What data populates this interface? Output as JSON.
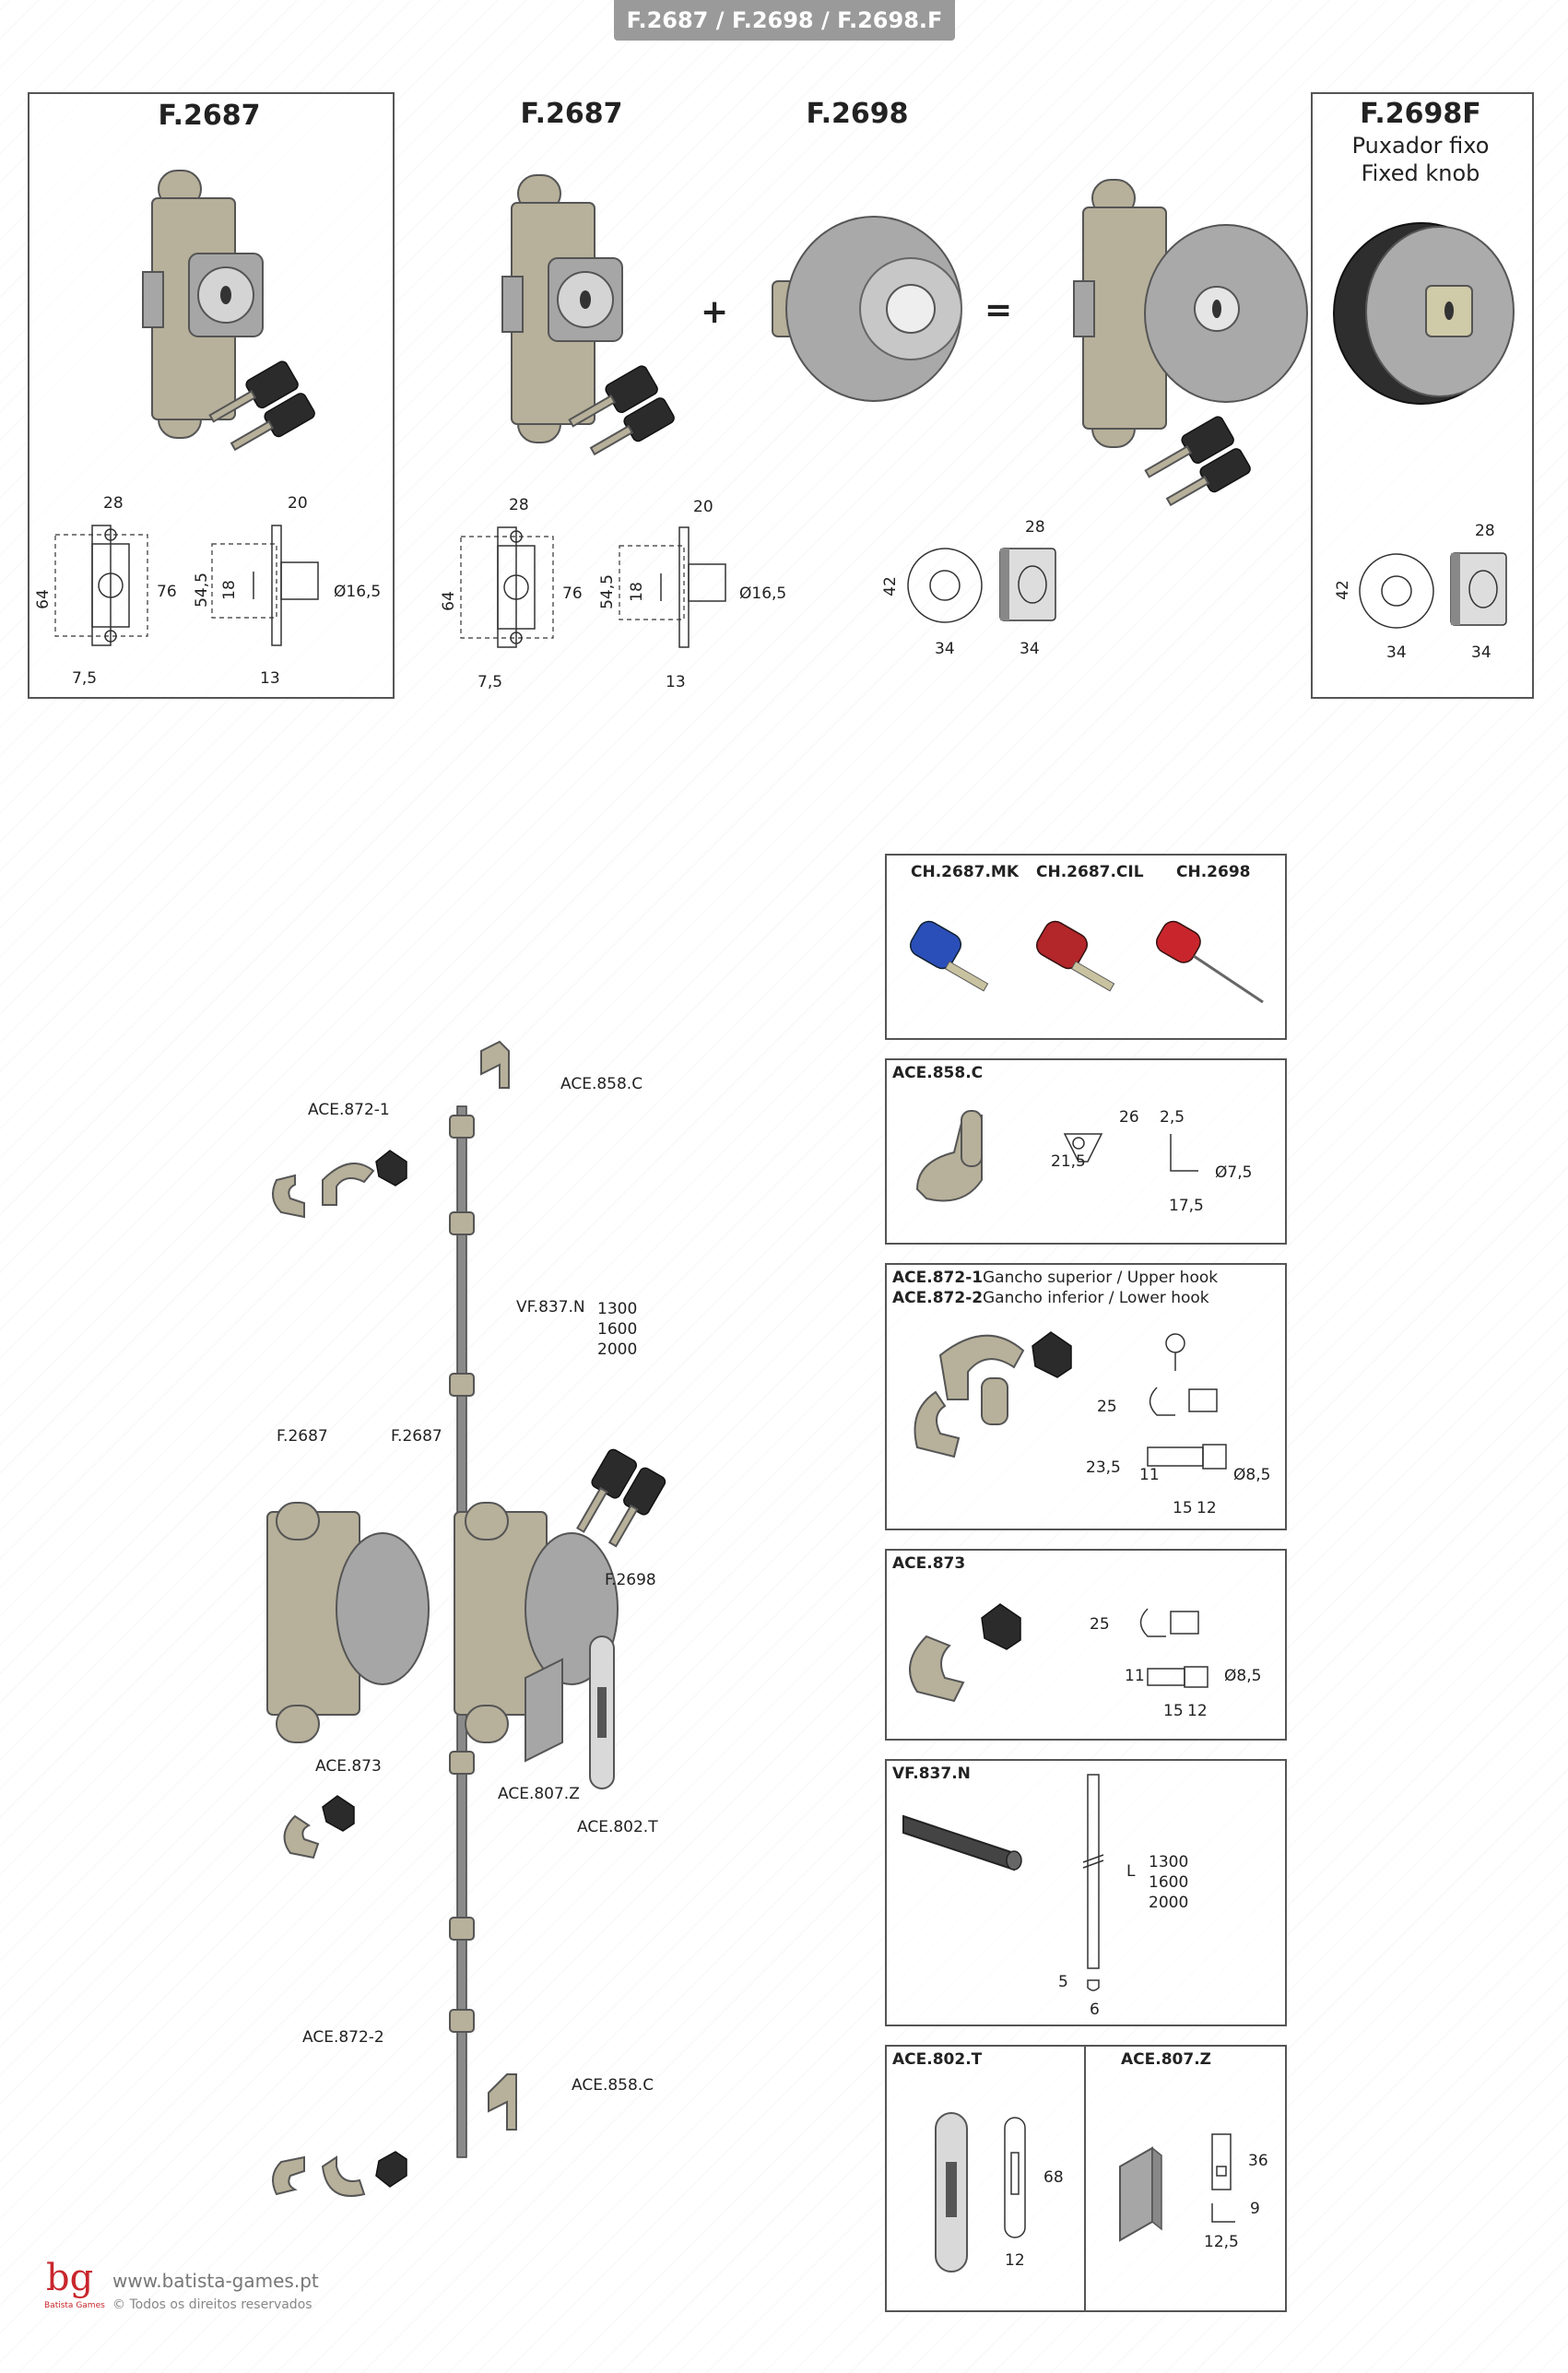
{
  "header": {
    "title": "F.2687 / F.2698 / F.2698.F"
  },
  "top": {
    "p1_title": "F.2687",
    "p2_title": "F.2687",
    "p3_title": "F.2698",
    "p4_title": "F.2698F",
    "p4_sub1": "Puxador fixo",
    "p4_sub2": "Fixed knob",
    "plus": "+",
    "equals": "=",
    "dims_lock": {
      "w": "28",
      "h_out": "64",
      "h_in": "76",
      "bottom": "7,5",
      "depth": "20",
      "h1": "54,5",
      "h2": "18",
      "dia": "Ø16,5",
      "base": "13"
    },
    "dims_knob": {
      "h": "42",
      "w1": "34",
      "w2": "34",
      "top": "28"
    }
  },
  "assembly": {
    "ace858c_top": "ACE.858.C",
    "ace872_1": "ACE.872-1",
    "vf837n": "VF.837.N",
    "lengths": [
      "1300",
      "1600",
      "2000"
    ],
    "f2687_a": "F.2687",
    "f2687_b": "F.2687",
    "f2698": "F.2698",
    "ace873": "ACE.873",
    "ace807z": "ACE.807.Z",
    "ace802t": "ACE.802.T",
    "ace872_2": "ACE.872-2",
    "ace858c_bottom": "ACE.858.C"
  },
  "keys_panel": {
    "labels": [
      "CH.2687.MK",
      "CH.2687.CIL",
      "CH.2698"
    ],
    "colors": [
      "#2b4fb8",
      "#b3262a",
      "#c8262c"
    ]
  },
  "ace858c_panel": {
    "title": "ACE.858.C",
    "d_w": "26",
    "d_t": "2,5",
    "d_h": "21,5",
    "d_dia": "Ø7,5",
    "d_l": "17,5"
  },
  "ace872_panel": {
    "line1_code": "ACE.872-1",
    "line1_text": "Gancho superior / Upper hook",
    "line2_code": "ACE.872-2",
    "line2_text": "Gancho inferior / Lower hook",
    "d_25": "25",
    "d_235": "23,5",
    "d_11": "11",
    "d_dia": "Ø8,5",
    "d_15": "15",
    "d_12": "12"
  },
  "ace873_panel": {
    "title": "ACE.873",
    "d_25": "25",
    "d_11": "11",
    "d_dia": "Ø8,5",
    "d_15": "15",
    "d_12": "12"
  },
  "vf837_panel": {
    "title": "VF.837.N",
    "L": "L",
    "lengths": [
      "1300",
      "1600",
      "2000"
    ],
    "d5": "5",
    "d6": "6"
  },
  "bottom_panel": {
    "left_title": "ACE.802.T",
    "right_title": "ACE.807.Z",
    "d68": "68",
    "d12": "12",
    "d36": "36",
    "d9": "9",
    "d125": "12,5"
  },
  "footer": {
    "logo": "bg",
    "logo_sub": "Batista Games",
    "url": "www.batista-games.pt",
    "copy": "© Todos os direitos reservados"
  }
}
